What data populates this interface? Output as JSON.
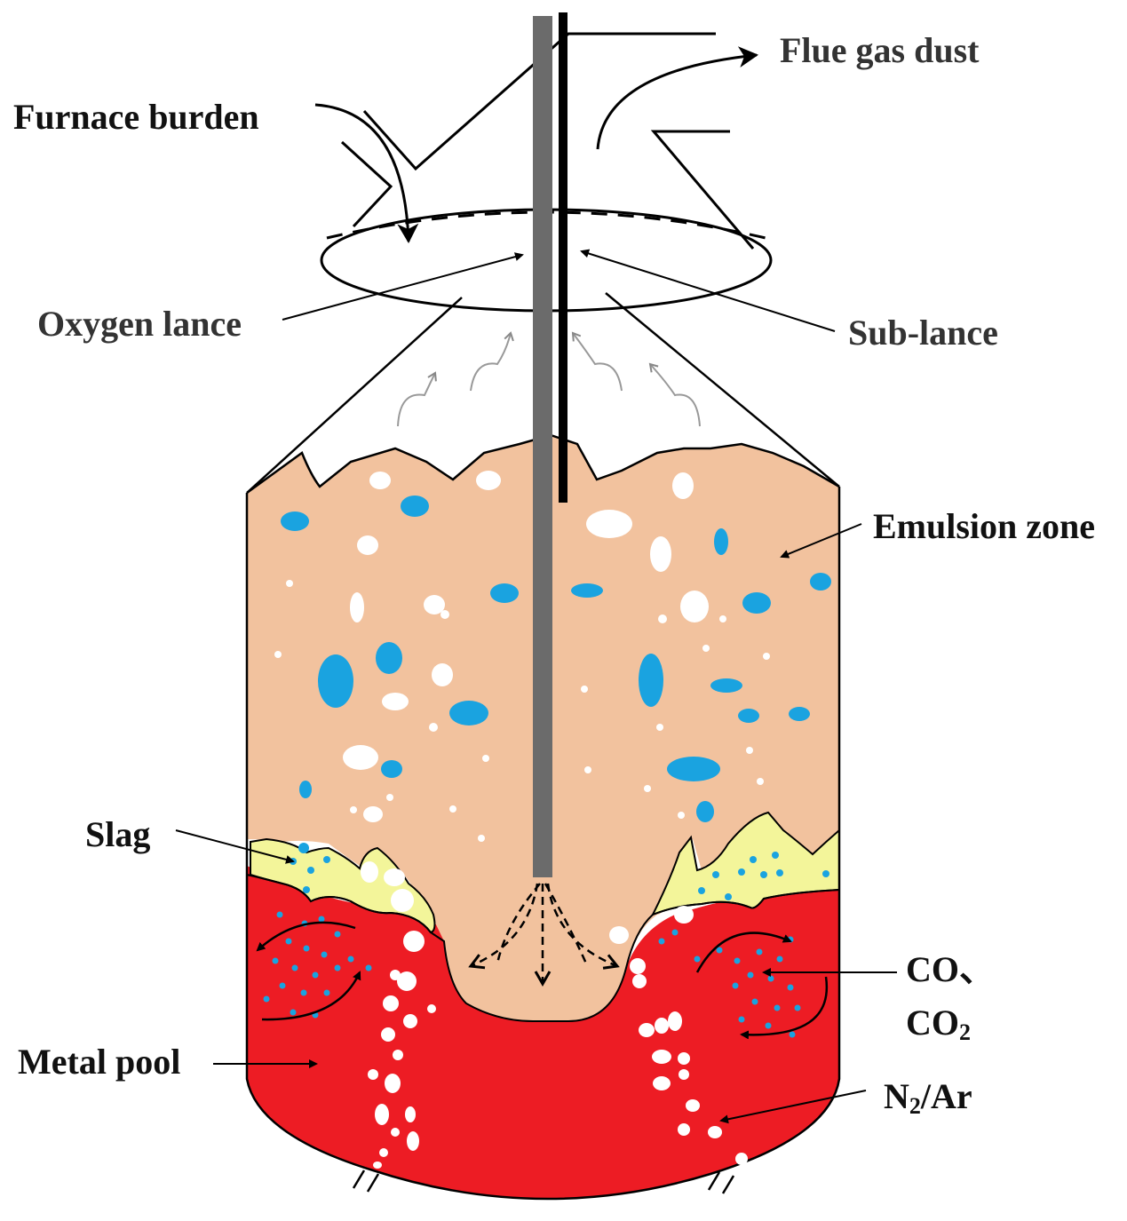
{
  "labels": {
    "flue_gas_dust": "Flue gas dust",
    "furnace_burden": "Furnace burden",
    "oxygen_lance": "Oxygen lance",
    "sub_lance": "Sub-lance",
    "emulsion_zone": "Emulsion zone",
    "slag": "Slag",
    "co_line": "CO、",
    "co2_prefix": "CO",
    "co2_sub": "2",
    "metal_pool": "Metal pool",
    "n2_prefix": "N",
    "n2_sub": "2",
    "n2_suffix": "/Ar"
  },
  "colors": {
    "emulsion": "#f2c29e",
    "slag": "#f3f59a",
    "metal": "#ed1c24",
    "bubble_blue": "#1aa3e0",
    "bubble_white": "#ffffff",
    "oxygen_lance": "#6b6b6b",
    "sub_lance": "#000000",
    "outline": "#000000"
  }
}
